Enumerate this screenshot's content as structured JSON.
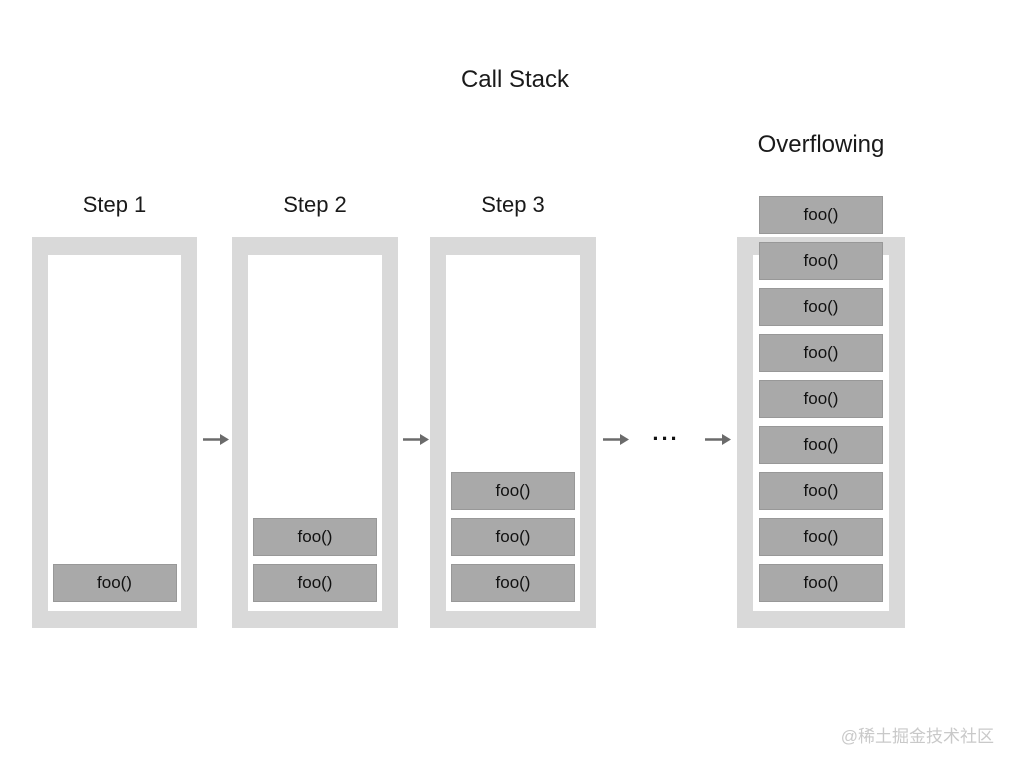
{
  "title": "Call Stack",
  "ellipsis": "...",
  "watermark": "@稀土掘金技术社区",
  "steps": [
    {
      "label": "Step 1",
      "frames": [
        "foo()"
      ]
    },
    {
      "label": "Step 2",
      "frames": [
        "foo()",
        "foo()"
      ]
    },
    {
      "label": "Step 3",
      "frames": [
        "foo()",
        "foo()",
        "foo()"
      ]
    },
    {
      "label": "Overflowing",
      "frames": [
        "foo()",
        "foo()",
        "foo()",
        "foo()",
        "foo()",
        "foo()",
        "foo()",
        "foo()",
        "foo()"
      ]
    }
  ],
  "frame_text": "foo()",
  "colors": {
    "container-fill": "#d9d9d9",
    "inner-fill": "#ffffff",
    "frame-fill": "#a9a9a9",
    "frame-border": "#989898",
    "arrow-color": "#6b6b6b",
    "text-color": "#1a1a1a",
    "watermark-color": "#c9c9c9"
  }
}
